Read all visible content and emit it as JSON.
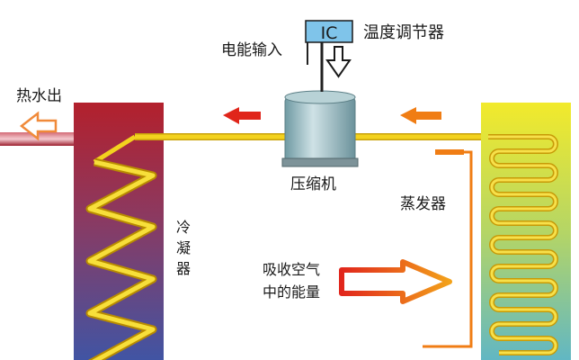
{
  "labels": {
    "ic": "IC",
    "thermostat": "温度调节器",
    "power_input": "电能输入",
    "hot_water_out": "热水出",
    "compressor": "压缩机",
    "evaporator": "蒸发器",
    "condenser_chars": [
      "冷",
      "凝",
      "器"
    ],
    "absorb_line1": "吸收空气",
    "absorb_line2": "中的能量"
  },
  "colors": {
    "pipe": "#f3d21e",
    "red_arrow": "#e0251a",
    "orange_arrow": "#f07d14",
    "ic_box": "#7fc4ea",
    "hot_pipe": "#b7303f"
  },
  "icons": [
    "down-arrow-icon",
    "left-arrow-icon",
    "hollow-arrow-icon",
    "zigzag-coil",
    "serpentine-coil"
  ]
}
